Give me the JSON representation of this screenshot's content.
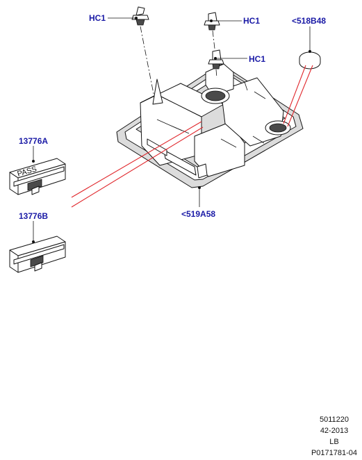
{
  "callouts": {
    "clip_top_left": "HC1",
    "clip_top_right": "HC1",
    "clip_middle": "HC1",
    "cap": "<518B48",
    "switch_a": "13776A",
    "switch_b": "13776B",
    "console": "<519A58"
  },
  "switch_a_text": "PASS",
  "footer": {
    "line1": "5011220",
    "line2": "42-2013",
    "line3": "LB",
    "line4": "P0171781-04"
  },
  "colors": {
    "callout": "#1a1aa6",
    "red_lines": "#e0262b",
    "line": "#111111"
  }
}
